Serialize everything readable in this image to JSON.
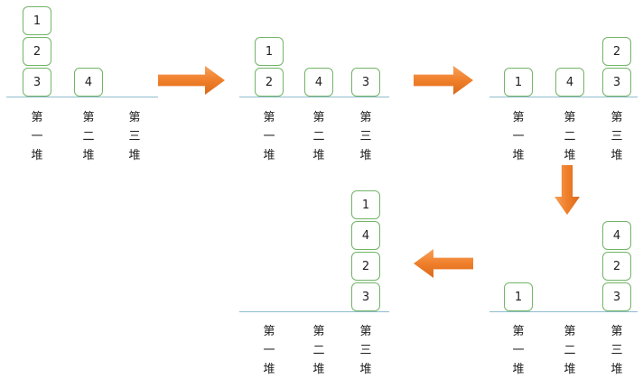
{
  "colors": {
    "block_border": "#72b567",
    "baseline": "#8fbccc",
    "arrow": "#f07f2a"
  },
  "pile_labels": [
    "第一堆",
    "第二堆",
    "第三堆"
  ],
  "stages": [
    {
      "piles": [
        [
          "1",
          "2",
          "3"
        ],
        [
          "4"
        ],
        []
      ]
    },
    {
      "piles": [
        [
          "1",
          "2"
        ],
        [
          "4"
        ],
        [
          "3"
        ]
      ]
    },
    {
      "piles": [
        [
          "1"
        ],
        [
          "4"
        ],
        [
          "2",
          "3"
        ]
      ]
    },
    {
      "piles": [
        [
          "1"
        ],
        [],
        [
          "4",
          "2",
          "3"
        ]
      ]
    },
    {
      "piles": [
        [],
        [],
        [
          "1",
          "4",
          "2",
          "3"
        ]
      ]
    }
  ],
  "arrows": [
    {
      "direction": "right"
    },
    {
      "direction": "right"
    },
    {
      "direction": "down"
    },
    {
      "direction": "left"
    }
  ]
}
